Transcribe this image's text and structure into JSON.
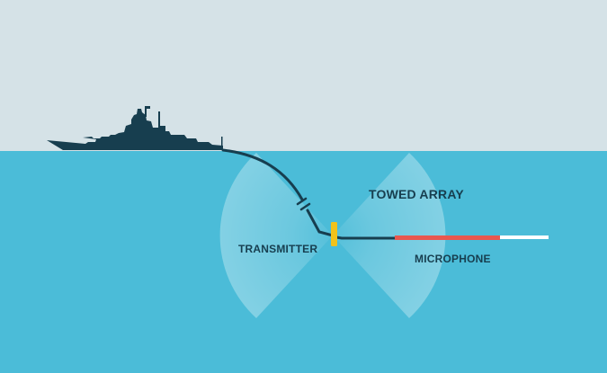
{
  "colors": {
    "sky": "#d5e2e7",
    "sea": "#4bbcd8",
    "ship": "#173e4f",
    "cable": "#173e4f",
    "transmitter": "#f1c21b",
    "array_red": "#e8574f",
    "array_white": "#ffffff",
    "beam": "#9fd9ea",
    "text": "#173e4f"
  },
  "labels": {
    "towed_array": "TOWED ARRAY",
    "transmitter": "TRANSMITTER",
    "microphone": "MICROPHONE"
  },
  "elements": {
    "ship": "battleship-silhouette",
    "cable": "tow-cable",
    "transmitter": "yellow-transmitter-block",
    "sound_beams": "transmitter-sound-cones",
    "array": "towed-hydrophone-array"
  }
}
